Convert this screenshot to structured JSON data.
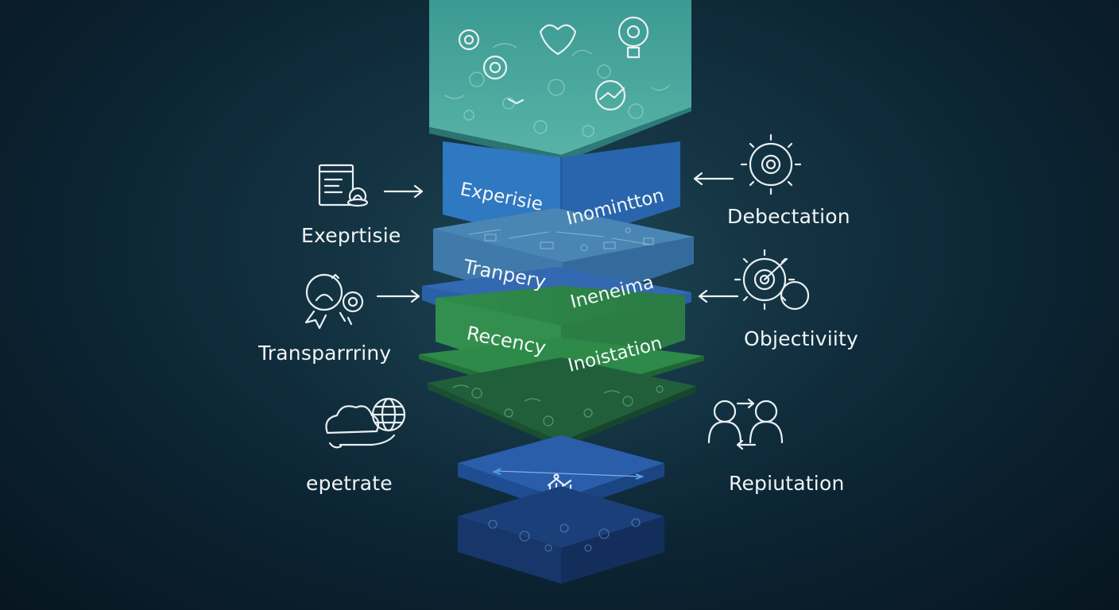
{
  "layers": {
    "layer1_left": "Experisie",
    "layer1_right": "Inomintton",
    "layer2_left": "Tranpery",
    "layer2_right": "Ineneima",
    "layer3_left": "Recency",
    "layer3_right": "Inoistation"
  },
  "labels": {
    "left_top": "Exeprtisie",
    "left_middle": "Transparrriny",
    "left_bottom": "epetrate",
    "right_top": "Debectation",
    "right_middle": "Objectiviity",
    "right_bottom": "Repiutation"
  },
  "icons": {
    "left_top": "document-badge-icon",
    "left_middle": "award-ribbon-icon",
    "left_bottom": "hand-globe-icon",
    "right_top": "gear-icon",
    "right_middle": "gear-target-icon",
    "right_bottom": "people-exchange-icon"
  },
  "colors": {
    "teal_top": "#4aa89e",
    "blue": "#2a6fb8",
    "steel_blue": "#3f78a6",
    "green": "#2f8a48",
    "dark_blue": "#1f4f92",
    "background": "#0f2a36"
  }
}
